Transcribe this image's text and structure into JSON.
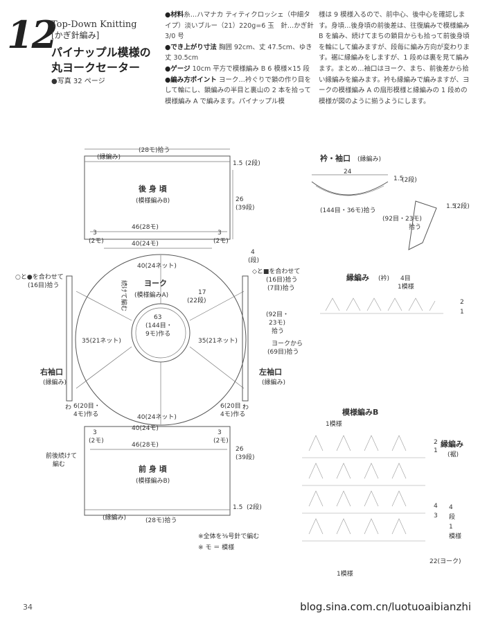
{
  "header": {
    "pattern_number": "12",
    "subtitle_en": "Top-Down Knitting",
    "category": "[かぎ針編み]",
    "title_line1": "パイナップル模様の",
    "title_line2": "丸ヨークセーター",
    "photo_ref": "●写真 32 ページ"
  },
  "info": {
    "materials_label": "●材料",
    "materials_text": "糸…ハマナカ ティティクロッシェ（中細タイプ）淡いブルー（21）220g=6 玉　針…かぎ針3/0 号",
    "size_label": "●でき上がり寸法",
    "size_text": "胸囲 92cm、丈 47.5cm、ゆき丈 30.5cm",
    "gauge_label": "●ゲージ",
    "gauge_text": "10cm 平方で模様編み B 6 模様×15 段",
    "points_label": "●編み方ポイント",
    "points_text": "ヨーク…衿ぐりで鎖の作り目をして輪にし、鎖編みの半目と裏山の 2 本を拾って模様編み A で編みます。パイナップル模",
    "right_col_text": "様は 9 模様入るので、前中心、後中心を確認します。身頃…後身頃の前後差は、往復編みで模様編み B を編み、続けてまちの鎖目からも拾って前後身頃を輪にして編みますが、段毎に編み方向が変わります。裾に縁編みをしますが、1 段めは裏を見て編みます。まとめ…袖口はヨーク、まち、前後差から拾い縁編みを編みます。衿も縁編みで編みますが、ヨークの模様編み A の扇形模様と縁編みの 1 段めの模様が図のように揃うようにします。"
  },
  "diagram": {
    "back_body": "後 身 頃",
    "back_body_pattern": "(模様編みB)",
    "front_body": "前 身 頃",
    "front_body_pattern": "(模様編みB)",
    "yoke": "ヨーク",
    "yoke_pattern": "(模様編みA)",
    "edging": "(縁編み)",
    "back_top_count": "(28モ)拾う",
    "back_top_h": "1.5",
    "back_top_rows": "(2段)",
    "body_len": "26",
    "body_rows": "(39段)",
    "width_46": "46(28モ)",
    "width_40": "40(24モ)",
    "mat3": "3",
    "mat3b": "(2モ)",
    "yoke_40_top": "40(24ネット)",
    "yoke_40_bottom": "40(24ネット)",
    "cont_knit": "続けて編む",
    "yoke_17": "17",
    "yoke_22": "(22段)",
    "neck_63": "63",
    "neck_144": "(144目・",
    "neck_9mo": "9モ)作る",
    "sleeve_35_l": "35(21ネット)",
    "sleeve_35_r": "35(21ネット)",
    "right_cuff": "右袖口",
    "left_cuff": "左袖口",
    "align_left": "○と●を合わせて",
    "align_left2": "(16目)拾う",
    "align_right": "◇と■を合わせて",
    "align_right2": "(16目)拾う",
    "pick7": "(7目)拾う",
    "pick92": "(92目・",
    "pick23": "23モ)",
    "pick_pu": "拾う",
    "from_yoke": "ヨークから",
    "pick69": "(69目)拾う",
    "d4": "4",
    "d4b": "(段)",
    "gusset": "6(20目・",
    "gusset2": "4モ)作る",
    "front_cont": "前後続けて",
    "front_cont2": "編む",
    "bottom_h": "1.5",
    "bottom_rows": "(2段)",
    "bottom_edge": "(28モ)拾う",
    "note1": "※全体を⅜号針で編む",
    "note2": "※ モ ＝ 模様",
    "wa": "わ"
  },
  "neck": {
    "title": "衿・袖口",
    "edging": "(縁編み)",
    "w24": "24",
    "h15": "1.5",
    "rows": "(2段)",
    "count": "(144目・36モ)拾う",
    "cuff_count": "(92目・23モ)",
    "cuff_pick": "拾う",
    "cuff_h": "1.5",
    "cuff_rows": "(2段)"
  },
  "chart_a": {
    "title": "縁編み",
    "sub": "(衿)",
    "rep": "4目",
    "rep2": "1模様",
    "r2": "2",
    "r1": "1"
  },
  "chart_b": {
    "title": "模様編みB",
    "rep": "1模様",
    "edge_label": "縁編み",
    "edge_sub": "(裾)",
    "r2": "2",
    "r1": "1",
    "r4": "4",
    "r3": "3",
    "side4": "4",
    "side_rows": "段",
    "side1": "1",
    "side_mo": "模様",
    "r22": "22(ヨーク)",
    "rep_bottom": "1模様"
  },
  "footer": {
    "page": "34",
    "watermark": "blog.sina.com.cn/luotuoaibianzhi"
  }
}
